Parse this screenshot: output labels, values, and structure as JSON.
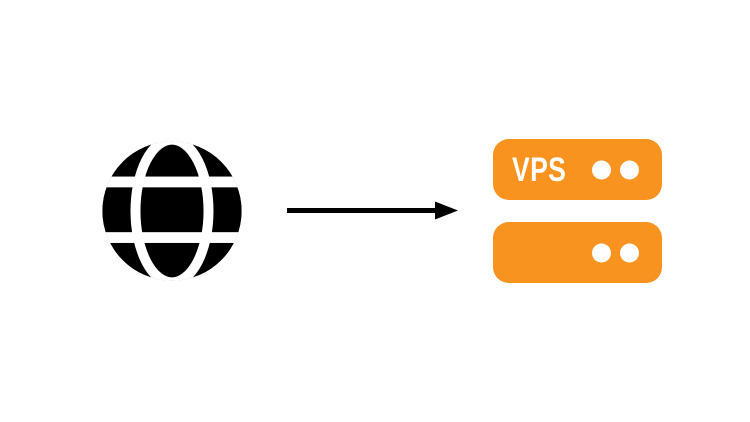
{
  "page": {
    "background": "#ffffff"
  },
  "diagram": {
    "internet_node": {
      "icon": "globe-icon",
      "color": "#000000"
    },
    "flow_arrow": {
      "icon": "right-arrow-icon",
      "direction": "right",
      "color": "#000000"
    },
    "server_stack": {
      "fill": "#F7931E",
      "dot_color": "#ffffff",
      "servers": [
        {
          "label": "VPS",
          "label_color": "#ffffff",
          "indicator_dots": 2
        },
        {
          "label": "",
          "label_color": "#ffffff",
          "indicator_dots": 2
        }
      ]
    }
  }
}
